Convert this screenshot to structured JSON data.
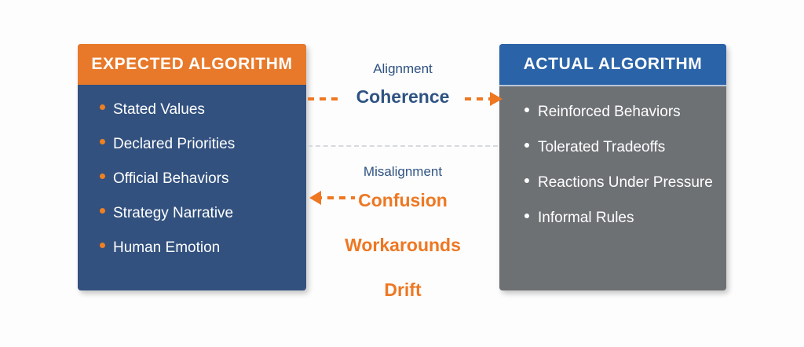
{
  "diagram": {
    "title_text_present": false,
    "colors": {
      "orange_header": "#E8792A",
      "blue_body": "#32517F",
      "blue_header": "#2A63A8",
      "gray_body": "#6E7174",
      "accent_orange": "#EE7722",
      "accent_blue": "#2F5382",
      "divider_gray": "#d6d9de",
      "background": "#FDFDFD"
    }
  },
  "expected": {
    "header": "EXPECTED ALGORITHM",
    "items": [
      {
        "label": "Stated Values"
      },
      {
        "label": "Declared Priorities"
      },
      {
        "label": "Official Behaviors"
      },
      {
        "label": "Strategy Narrative"
      },
      {
        "label": "Human Emotion"
      }
    ]
  },
  "actual": {
    "header": "ACTUAL ALGORITHM",
    "items": [
      {
        "label": "Reinforced Behaviors"
      },
      {
        "label": "Tolerated Tradeoffs"
      },
      {
        "label": "Reactions Under Pressure"
      },
      {
        "label": "Informal Rules"
      }
    ]
  },
  "center": {
    "alignment_label": "Alignment",
    "alignment_outcome": "Coherence",
    "misalignment_label": "Misalignment",
    "misalignment_outcomes": [
      "Confusion",
      "Workarounds",
      "Drift"
    ]
  },
  "connectors": {
    "top_arrow_direction": "right",
    "bottom_arrow_direction": "left",
    "line_style": "dashed",
    "line_color": "#EE7722"
  }
}
